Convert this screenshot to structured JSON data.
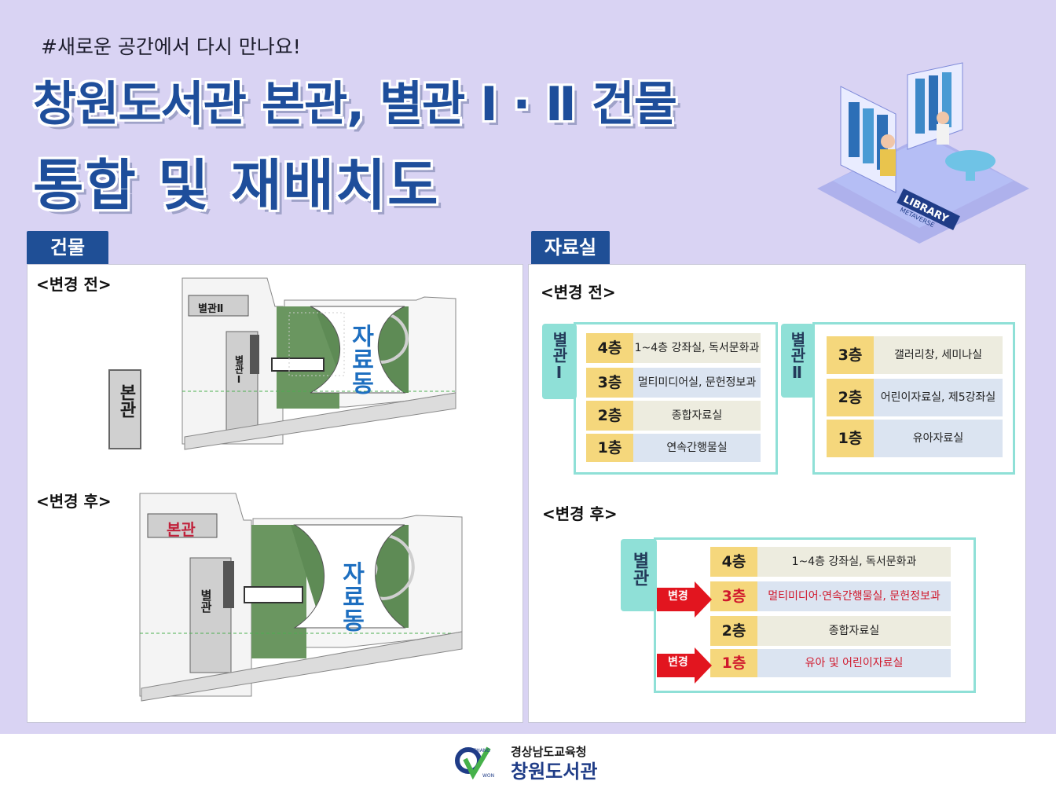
{
  "header": {
    "hashtag": "#새로운 공간에서 다시 만나요!",
    "title_line1": "창원도서관 본관, 별관 Ⅰ · Ⅱ 건물",
    "title_line2": "통합 및 재배치도"
  },
  "illustration": {
    "sign_text": "LIBRARY",
    "sign_sub": "METAVERSE"
  },
  "building_section": {
    "tab": "건물",
    "before_label": "<변경 전>",
    "after_label": "<변경 후>",
    "before": {
      "annex2": "별관Ⅱ",
      "annex1": "별관Ⅰ",
      "main": "본관",
      "resource": "자료동"
    },
    "after": {
      "main": "본관",
      "annex": "별관",
      "resource": "자료동"
    }
  },
  "rooms_section": {
    "tab": "자료실",
    "before_label": "<변경 전>",
    "after_label": "<변경 후>",
    "annex1": {
      "tag": "별관Ⅰ",
      "floors": [
        {
          "floor": "4층",
          "room": "1~4층 강좌실, 독서문화과"
        },
        {
          "floor": "3층",
          "room": "멀티미디어실, 문헌정보과"
        },
        {
          "floor": "2층",
          "room": "종합자료실"
        },
        {
          "floor": "1층",
          "room": "연속간행물실"
        }
      ]
    },
    "annex2": {
      "tag": "별관Ⅱ",
      "floors": [
        {
          "floor": "3층",
          "room": "갤러리창, 세미나실"
        },
        {
          "floor": "2층",
          "room": "어린이자료실, 제5강좌실"
        },
        {
          "floor": "1층",
          "room": "유아자료실"
        }
      ]
    },
    "after": {
      "tag": "별관",
      "changed_label": "변경",
      "floors": [
        {
          "floor": "4층",
          "room": "1~4층 강좌실, 독서문화과"
        },
        {
          "floor": "3층",
          "room": "멀티미디어·연속간행물실, 문헌정보과"
        },
        {
          "floor": "2층",
          "room": "종합자료실"
        },
        {
          "floor": "1층",
          "room": "유아 및 어린이자료실"
        }
      ]
    }
  },
  "footer": {
    "org": "경상남도교육청",
    "name": "창원도서관",
    "logo_small_top": "CHANG",
    "logo_small_bottom": "WON"
  },
  "colors": {
    "background": "#d9d3f3",
    "title_blue": "#1e4e9b",
    "mint": "#8fe0d7",
    "floor_yellow": "#f5d77c",
    "changed_red": "#d0182c"
  }
}
